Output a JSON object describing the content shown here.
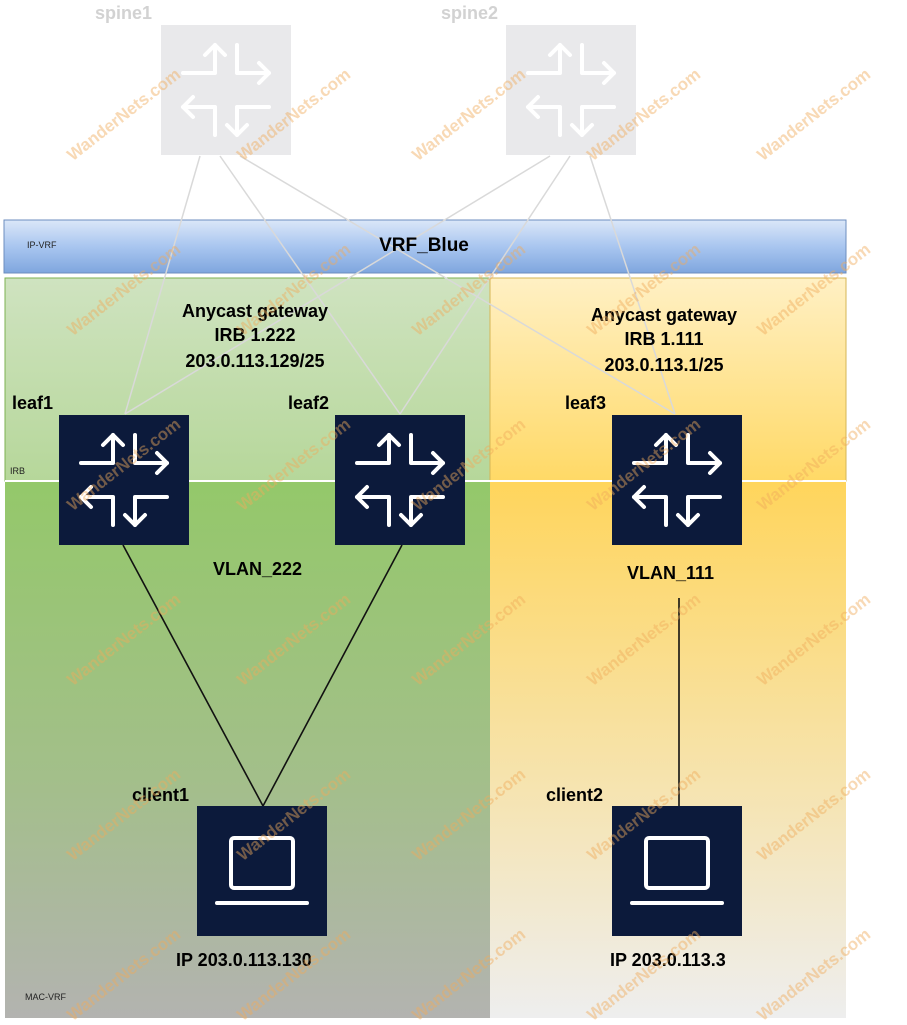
{
  "vrf": {
    "tag": "IP-VRF",
    "name": "VRF_Blue"
  },
  "irb_tag": "IRB",
  "mac_vrf_tag": "MAC-VRF",
  "spines": [
    {
      "name": "spine1"
    },
    {
      "name": "spine2"
    }
  ],
  "leaves": [
    {
      "name": "leaf1"
    },
    {
      "name": "leaf2"
    },
    {
      "name": "leaf3"
    }
  ],
  "gateways": [
    {
      "line1": "Anycast gateway",
      "line2": "IRB 1.222",
      "line3": "203.0.113.129/25"
    },
    {
      "line1": "Anycast gateway",
      "line2": "IRB 1.111",
      "line3": "203.0.113.1/25"
    }
  ],
  "vlans": [
    {
      "name": "VLAN_222"
    },
    {
      "name": "VLAN_111"
    }
  ],
  "clients": [
    {
      "name": "client1",
      "ip": "IP 203.0.113.130"
    },
    {
      "name": "client2",
      "ip": "IP 203.0.113.3"
    }
  ],
  "watermark": "WanderNets.com",
  "colors": {
    "spine": "#e9e9eb",
    "device": "#0c1a3b",
    "green_region": "#a3cc7a",
    "yellow_region": "#ffe08a",
    "vrf_bar": "#9dbdea"
  },
  "icons": {
    "router": "router-arrows-icon",
    "laptop": "laptop-icon"
  }
}
